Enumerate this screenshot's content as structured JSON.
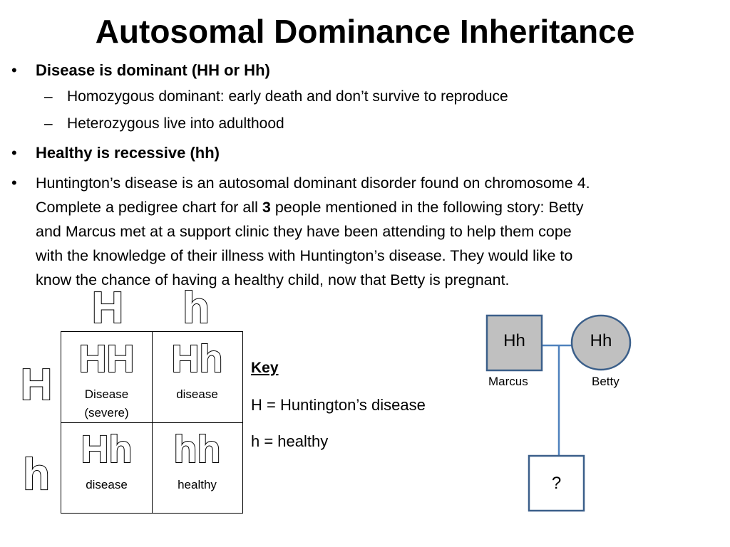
{
  "title": "Autosomal Dominance Inheritance",
  "bullets": {
    "b1": "Disease is dominant (HH or Hh)",
    "b1_sub1": "Homozygous dominant: early death and don’t survive to reproduce",
    "b1_sub2": "Heterozygous live into adulthood",
    "b2": "Healthy is recessive (hh)",
    "b3_line1": "Huntington’s disease is an autosomal dominant disorder found on chromosome 4.",
    "b3_line2_pre": "Complete a pedigree chart for all ",
    "b3_line2_bold": "3",
    "b3_line2_post": " people mentioned in the following story: Betty",
    "b3_line3": "and Marcus met at a support clinic they have been attending to help them cope",
    "b3_line4": "with the knowledge of their illness with Huntington’s disease.  They would like to",
    "b3_line5": "know the chance of having a healthy child, now that Betty is pregnant.",
    "bullet_symbol": "•",
    "dash_symbol": "–"
  },
  "punnett": {
    "top_alleles": [
      "H",
      "h"
    ],
    "left_alleles": [
      "H",
      "h"
    ],
    "cells": [
      {
        "genotype": "HH",
        "label1": "Disease",
        "label2": "(severe)"
      },
      {
        "genotype": "Hh",
        "label1": "disease",
        "label2": ""
      },
      {
        "genotype": "Hh",
        "label1": "disease",
        "label2": ""
      },
      {
        "genotype": "hh",
        "label1": "healthy",
        "label2": ""
      }
    ]
  },
  "key": {
    "heading": "Key",
    "line1": "H = Huntington’s disease",
    "line2": "h = healthy"
  },
  "pedigree": {
    "father_genotype": "Hh",
    "father_name": "Marcus",
    "mother_genotype": "Hh",
    "mother_name": "Betty",
    "child_genotype": "?",
    "affected_fill": "#c0c0c0",
    "line_color": "#4f81bd",
    "stroke_color": "#3b5f8a"
  }
}
